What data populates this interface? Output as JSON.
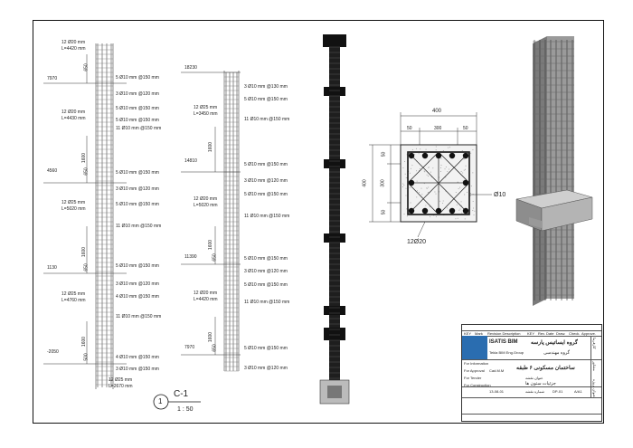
{
  "left_elevation": {
    "levels": [
      "7970",
      "4560",
      "1130",
      "-2050"
    ],
    "labels": [
      "12 Ø20 mm",
      "L=4420 mm",
      "650",
      "5 Ø10 mm @150 mm",
      "3 Ø10 mm @120 mm",
      "5 Ø10 mm @150 mm",
      "12 Ø20 mm",
      "L=4430 mm",
      "5 Ø10 mm @150 mm",
      "11 Ø10 mm @150 mm",
      "1600",
      "650",
      "5 Ø10 mm @150 mm",
      "3 Ø10 mm @120 mm",
      "12 Ø25 mm",
      "L=5020 mm",
      "5 Ø10 mm @150 mm",
      "11 Ø10 mm @150 mm",
      "1600",
      "650",
      "5 Ø10 mm @150 mm",
      "3 Ø10 mm @120 mm",
      "12 Ø25 mm",
      "L=4760 mm",
      "4 Ø10 mm @150 mm",
      "11 Ø10 mm @150 mm",
      "1600",
      "500",
      "4 Ø10 mm @150 mm",
      "3 Ø10 mm @150 mm",
      "12 Ø25 mm",
      "L=2670 mm"
    ]
  },
  "right_elevation": {
    "levels": [
      "18230",
      "14810",
      "11390",
      "7970"
    ],
    "labels": [
      "3 Ø10 mm @130 mm",
      "5 Ø10 mm @150 mm",
      "12 Ø25 mm",
      "L=3450 mm",
      "11 Ø10 mm @150 mm",
      "1600",
      "5 Ø10 mm @150 mm",
      "3 Ø10 mm @120 mm",
      "5 Ø10 mm @150 mm",
      "12 Ø20 mm",
      "L=5020 mm",
      "11 Ø10 mm @150 mm",
      "1600",
      "650",
      "5 Ø10 mm @150 mm",
      "3 Ø10 mm @120 mm",
      "12 Ø20 mm",
      "L=4420 mm",
      "5 Ø10 mm @150 mm",
      "11 Ø10 mm @150 mm",
      "1600",
      "650",
      "5 Ø10 mm @150 mm",
      "3 Ø10 mm @120 mm"
    ]
  },
  "detail": {
    "number": "1",
    "name": "C-1",
    "scale": "1 : 50"
  },
  "section": {
    "overall": "400",
    "cover_left": "50",
    "middle": "300",
    "cover_right": "50",
    "side_top": "50",
    "side_mid": "300",
    "side_bottom": "50",
    "side_total": "400",
    "tie_label": "Ø10",
    "bar_label": "12Ø20"
  },
  "title_block": {
    "rev_headers": [
      "KEY",
      "Mark",
      "Revision Description",
      "KEY",
      "Rev. Date",
      "Draw.",
      "Check.",
      "Approve."
    ],
    "company_fa": "گروه ایساتیس پارسه",
    "company_en": "ISATIS BIM",
    "group_fa": "گروه مهندسی",
    "group_en": "Tekla BIM Eng.Group",
    "side_labels": [
      "کارفرما",
      "مشاور",
      "عنوان پروژه"
    ],
    "project_fa": "ساختمان مسکونی ۶ طبقه",
    "sheet_title_label": "عنوان نقشه",
    "sheet_title_fa": "جزئیات ستون ها",
    "sheet_no_label": "شماره نقشه",
    "purpose_rows": [
      "For Information",
      "For Approval",
      "For Tender",
      "For Construction"
    ],
    "cad": "Cad.M.M",
    "date": "13-08-01",
    "sheet_no": "DP-01",
    "rev": "A/A1"
  }
}
